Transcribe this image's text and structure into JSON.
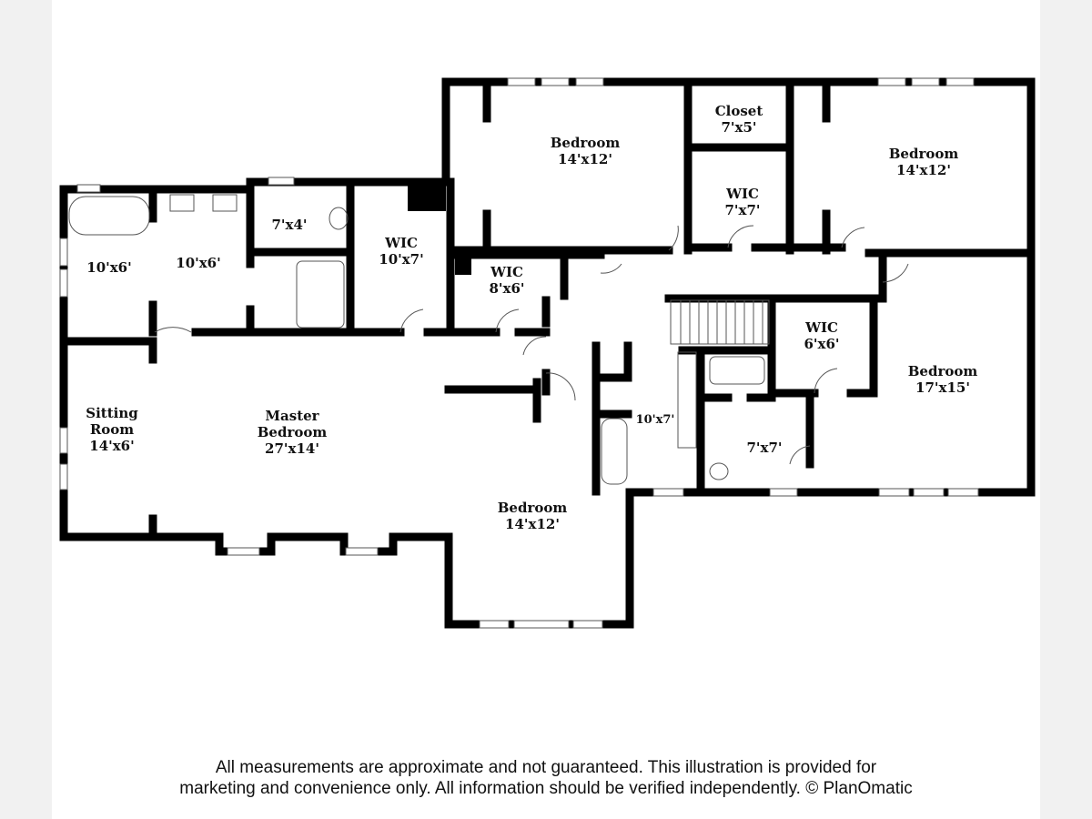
{
  "rooms": [
    {
      "id": "bath-left",
      "name": "",
      "size": "10'x6'"
    },
    {
      "id": "bath-master",
      "name": "",
      "size": "10'x6'"
    },
    {
      "id": "wc",
      "name": "",
      "size": "7'x4'"
    },
    {
      "id": "wic-master",
      "name": "WIC",
      "size": "10'x7'"
    },
    {
      "id": "wic-small",
      "name": "WIC",
      "size": "8'x6'"
    },
    {
      "id": "bedroom-top-center",
      "name": "Bedroom",
      "size": "14'x12'"
    },
    {
      "id": "closet",
      "name": "Closet",
      "size": "7'x5'"
    },
    {
      "id": "wic-top",
      "name": "WIC",
      "size": "7'x7'"
    },
    {
      "id": "bedroom-top-right",
      "name": "Bedroom",
      "size": "14'x12'"
    },
    {
      "id": "wic-right",
      "name": "WIC",
      "size": "6'x6'"
    },
    {
      "id": "bedroom-right",
      "name": "Bedroom",
      "size": "17'x15'"
    },
    {
      "id": "bath-hall",
      "name": "",
      "size": "10'x7'"
    },
    {
      "id": "bath-right",
      "name": "",
      "size": "7'x7'"
    },
    {
      "id": "sitting-room",
      "name": "Sitting Room",
      "name_lines": [
        "Sitting",
        "Room"
      ],
      "size": "14'x6'"
    },
    {
      "id": "master-bedroom",
      "name": "Master Bedroom",
      "name_lines": [
        "Master",
        "Bedroom"
      ],
      "size": "27'x14'"
    },
    {
      "id": "bedroom-bottom",
      "name": "Bedroom",
      "size": "14'x12'"
    }
  ],
  "footer": {
    "line1": "All measurements are approximate and not guaranteed. This illustration is provided for",
    "line2": "marketing and convenience only. All information should be verified independently. © PlanOmatic"
  }
}
